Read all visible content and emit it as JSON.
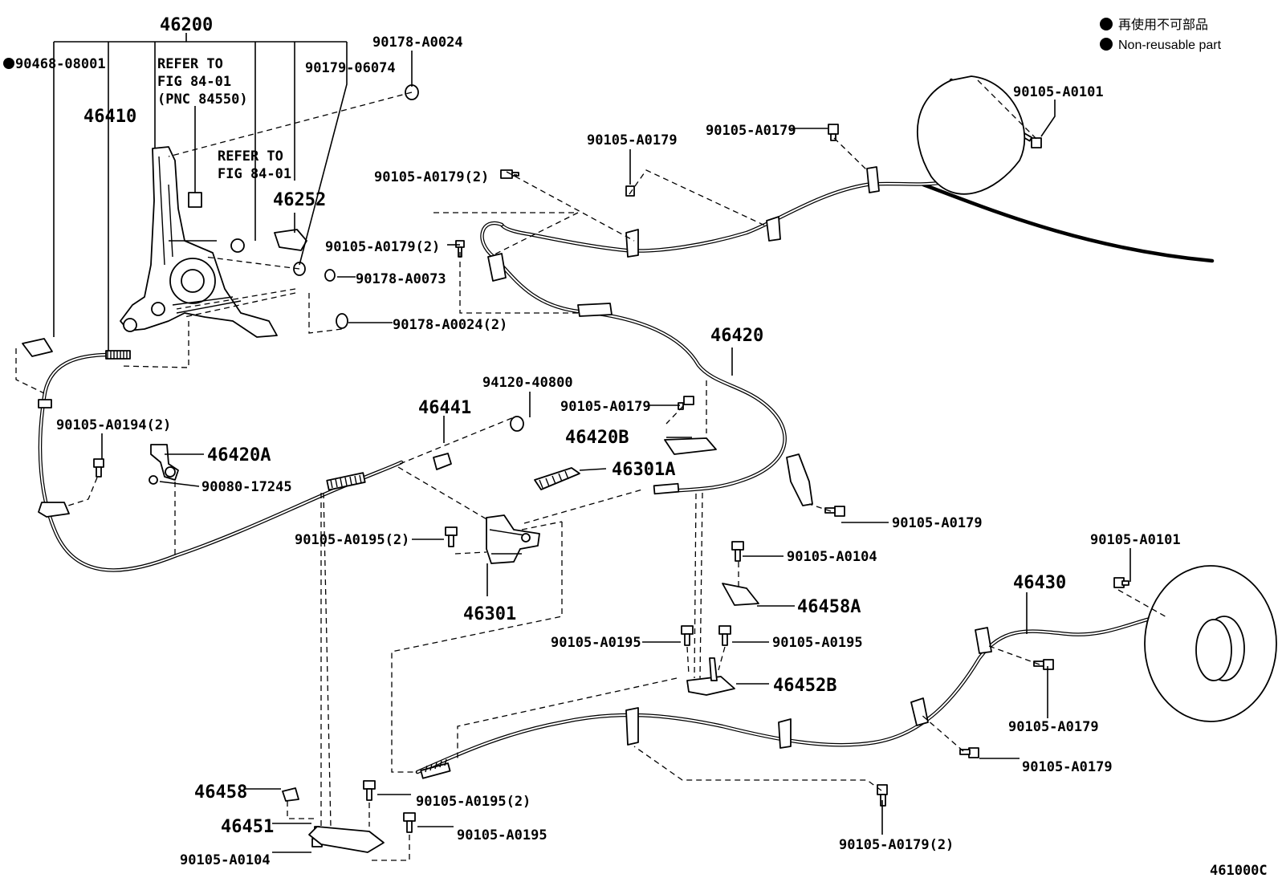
{
  "legend": {
    "jp": "再使用不可部品",
    "en": "Non-reusable part"
  },
  "figure_code": "461000C",
  "labels": {
    "p46200": "46200",
    "p90468": "90468-08001",
    "refer1_l1": "REFER TO",
    "refer1_l2": "FIG 84-01",
    "refer1_l3": "(PNC 84550)",
    "refer2_l1": "REFER TO",
    "refer2_l2": "FIG 84-01",
    "p46410": "46410",
    "p90178_a0024_top": "90178-A0024",
    "p90179_06074": "90179-06074",
    "p46252": "46252",
    "p90178_a0073": "90178-A0073",
    "p90178_a0024_2": "90178-A0024(2)",
    "p90105_a0179_2_top": "90105-A0179(2)",
    "p90105_a0179_mid": "90105-A0179",
    "p90105_a0179_topright": "90105-A0179",
    "p90105_a0101_top": "90105-A0101",
    "p90105_a0179_2_left": "90105-A0179(2)",
    "p46420": "46420",
    "p94120": "94120-40800",
    "p46441": "46441",
    "p90105_a0179_b": "90105-A0179",
    "p46420B": "46420B",
    "p90105_a0194": "90105-A0194(2)",
    "p46420A": "46420A",
    "p90080": "90080-17245",
    "p46301A": "46301A",
    "p90105_a0179_c": "90105-A0179",
    "p90105_a0195_2": "90105-A0195(2)",
    "p46301": "46301",
    "p90105_a0104_mid": "90105-A0104",
    "p46458A": "46458A",
    "p90105_a0101_right": "90105-A0101",
    "p46430": "46430",
    "p90105_a0195_left": "90105-A0195",
    "p90105_a0195_right": "90105-A0195",
    "p46452B": "46452B",
    "p90105_a0179_r1": "90105-A0179",
    "p90105_a0179_r2": "90105-A0179",
    "p90105_a0179_2_bottom": "90105-A0179(2)",
    "p46458": "46458",
    "p90105_a0195_2_bottom": "90105-A0195(2)",
    "p46451": "46451",
    "p90105_a0195_bottom": "90105-A0195",
    "p90105_a0104_bottom": "90105-A0104"
  }
}
